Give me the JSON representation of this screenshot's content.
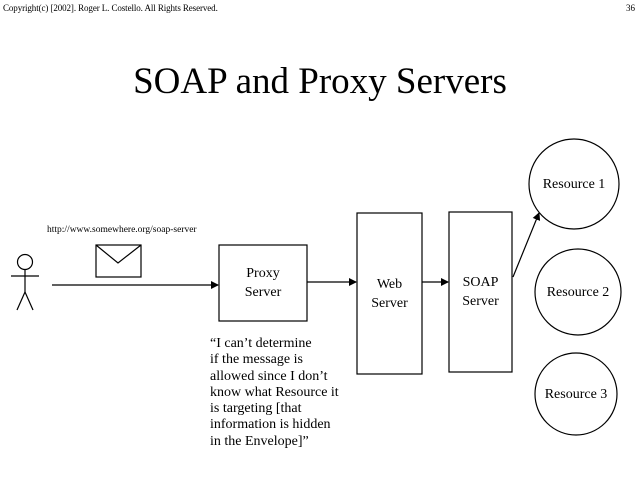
{
  "header": {
    "copyright": "Copyright(c) [2002]. Roger L. Costello. All Rights Reserved.",
    "page_number": "36"
  },
  "slide": {
    "title": "SOAP and Proxy Servers"
  },
  "diagram": {
    "url_label": "http://www.somewhere.org/soap-server",
    "proxy_server": "Proxy\nServer",
    "web_server": "Web\nServer",
    "soap_server": "SOAP\nServer",
    "resources": [
      "Resource 1",
      "Resource 2",
      "Resource 3"
    ],
    "proxy_quote": "“I can’t determine\nif the message is\nallowed since I don’t\nknow what Resource it\nis targeting [that\ninformation is hidden\nin the Envelope]”"
  }
}
